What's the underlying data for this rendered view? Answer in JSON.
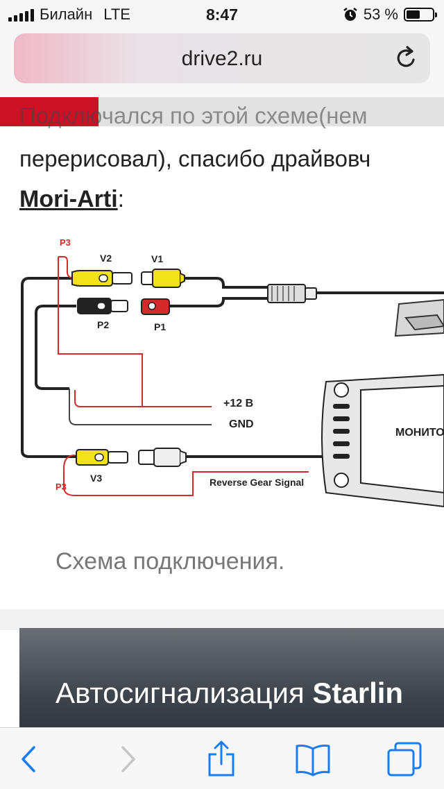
{
  "status_bar": {
    "carrier": "Билайн",
    "network": "LTE",
    "time": "8:47",
    "battery_text": "53 %",
    "battery_level": 0.53,
    "icons": [
      "signal-icon",
      "alarm-icon",
      "battery-icon"
    ]
  },
  "browser": {
    "url": "drive2.ru",
    "reload_icon": "reload-icon"
  },
  "article": {
    "line1": "Подключался по этой схеме(нем",
    "line2": "перерисовал), спасибо драйвовч",
    "author_link": "Mori-Arti",
    "author_suffix": ":",
    "caption": "Схема подключения."
  },
  "diagram": {
    "labels": {
      "p3_top": "P3",
      "v2": "V2",
      "v1": "V1",
      "p2": "P2",
      "p1": "P1",
      "plus12": "+12 В",
      "gnd": "GND",
      "monitor": "МОНИТО",
      "v3": "V3",
      "p3_bottom": "P3",
      "reverse": "Reverse Gear Signal"
    },
    "colors": {
      "red": "#d42a2a",
      "yellow": "#f2e21a",
      "black": "#222222",
      "white": "#ffffff"
    }
  },
  "card": {
    "title_regular": "Автосигнализация ",
    "title_bold": "Starlin"
  },
  "toolbar": {
    "icons": [
      "back-icon",
      "forward-icon",
      "share-icon",
      "bookmarks-icon",
      "tabs-icon"
    ]
  }
}
